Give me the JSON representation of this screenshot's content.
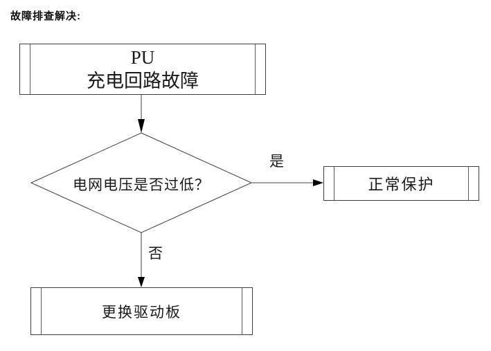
{
  "title": "故障排查解决:",
  "flowchart": {
    "start_box": {
      "line1": "PU",
      "line2": "充电回路故障"
    },
    "decision": {
      "label": "电网电压是否过低？"
    },
    "yes_branch": {
      "label": "是",
      "target": "正常保护"
    },
    "no_branch": {
      "label": "否",
      "target": "更换驱动板"
    },
    "protect_box": {
      "label": "正常保护"
    },
    "replace_box": {
      "label": "更换驱动板"
    }
  },
  "colors": {
    "background": "#ffffff",
    "line": "#3f3f3f",
    "arrowhead": "#000000",
    "text": "#1a1a1a",
    "title_text": "#111111"
  }
}
